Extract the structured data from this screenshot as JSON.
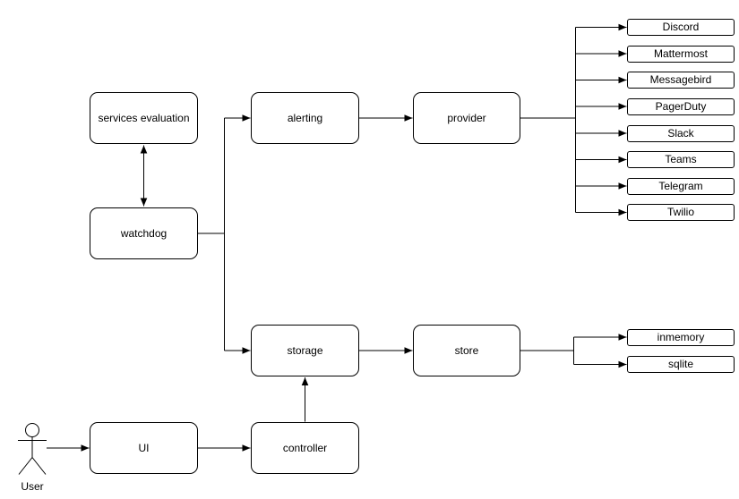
{
  "diagram": {
    "nodes": {
      "services_evaluation": "services evaluation",
      "watchdog": "watchdog",
      "alerting": "alerting",
      "provider": "provider",
      "storage": "storage",
      "store": "store",
      "ui": "UI",
      "controller": "controller"
    },
    "actor": {
      "label": "User"
    },
    "providers": [
      "Discord",
      "Mattermost",
      "Messagebird",
      "PagerDuty",
      "Slack",
      "Teams",
      "Telegram",
      "Twilio"
    ],
    "stores": [
      "inmemory",
      "sqlite"
    ],
    "colors": {
      "stroke": "#000000",
      "node_fill": "#ffffff",
      "background": "#ffffff",
      "text": "#000000"
    }
  }
}
